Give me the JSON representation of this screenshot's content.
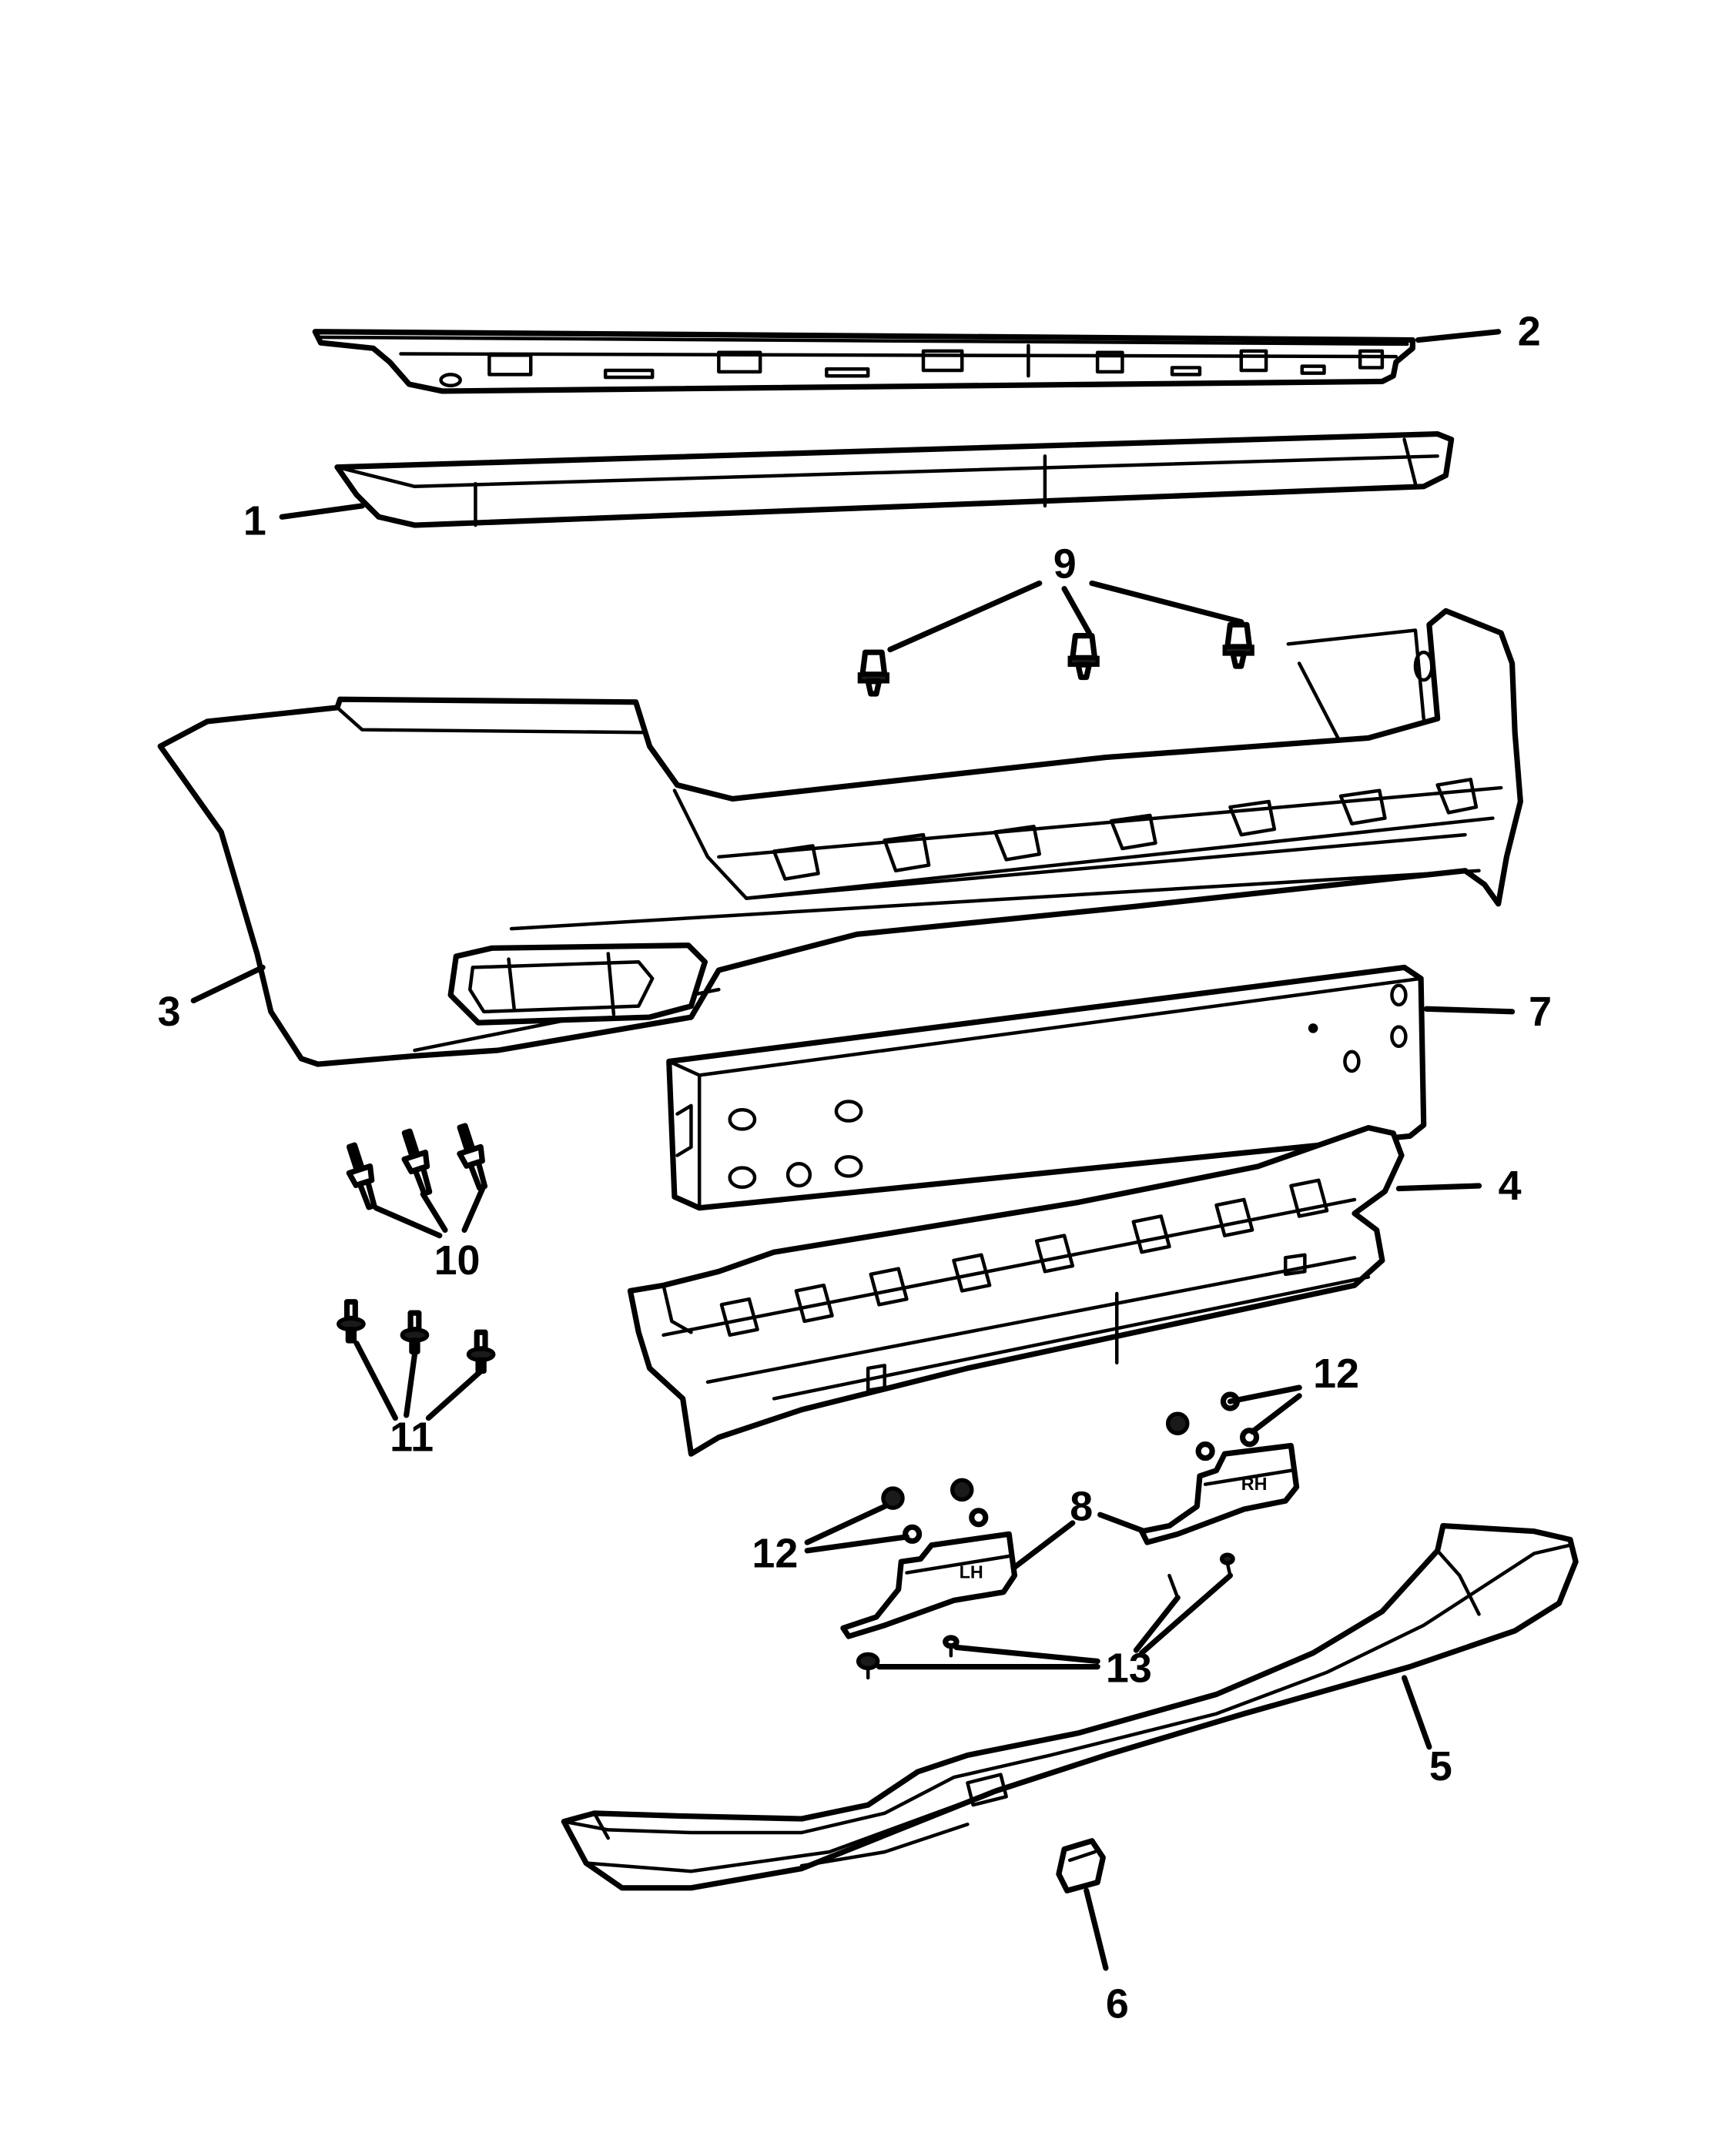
{
  "callouts": {
    "c1": "1",
    "c2": "2",
    "c3": "3",
    "c4": "4",
    "c5": "5",
    "c6": "6",
    "c7": "7",
    "c8": "8",
    "c9": "9",
    "c10": "10",
    "c11": "11",
    "c12a": "12",
    "c12b": "12",
    "c13": "13"
  },
  "stamps": {
    "lh": "LH",
    "rh": "RH"
  }
}
